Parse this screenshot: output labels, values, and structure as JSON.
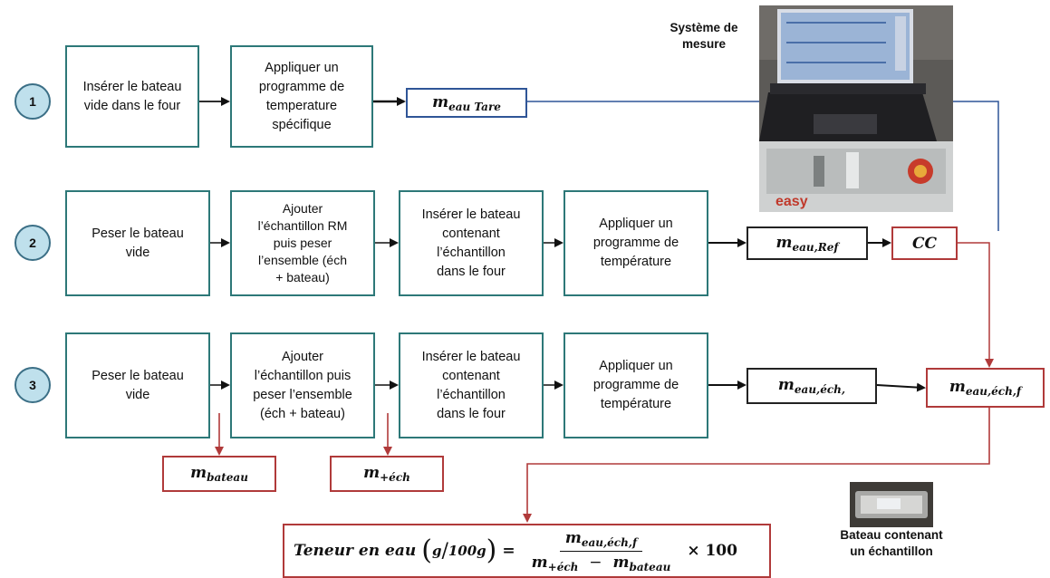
{
  "steps": [
    "1",
    "2",
    "3"
  ],
  "row1": {
    "boxes": [
      [
        "Insérer le bateau",
        "vide dans le four"
      ],
      [
        "Appliquer un",
        "programme de",
        "temperature",
        "spécifique"
      ]
    ]
  },
  "row2": {
    "boxes": [
      [
        "Peser le bateau",
        "vide"
      ],
      [
        "Ajouter",
        "l’échantillon RM",
        "puis peser",
        "l’ensemble (éch",
        "+ bateau)"
      ],
      [
        "Insérer le bateau",
        "contenant",
        "l’échantillon",
        "dans le four"
      ],
      [
        "Appliquer un",
        "programme de",
        "température"
      ]
    ]
  },
  "row3": {
    "boxes": [
      [
        "Peser le bateau",
        "vide"
      ],
      [
        "Ajouter",
        "l’échantillon puis",
        "peser l’ensemble",
        "(éch + bateau)"
      ],
      [
        "Insérer le bateau",
        "contenant",
        "l’échantillon",
        "dans le four"
      ],
      [
        "Appliquer un",
        "programme de",
        "température"
      ]
    ]
  },
  "outputs": {
    "m_eau_tare": {
      "main": "m",
      "sub": "eau Tare"
    },
    "m_eau_ref": {
      "main": "m",
      "sub": "eau,Ref"
    },
    "cc": "CC",
    "m_eau_ech": {
      "main": "m",
      "sub": "eau,éch,"
    },
    "m_eau_ech_f": {
      "main": "m",
      "sub": "eau,éch,f"
    },
    "m_bateau": {
      "main": "m",
      "sub": "bateau"
    },
    "m_plus_ech": {
      "main": "m",
      "sub": "+éch"
    }
  },
  "formula": {
    "lhs": "Teneur en eau",
    "unit_num": "g",
    "unit_den": "100g",
    "eq": "=",
    "num": {
      "main": "m",
      "sub": "eau,éch,f"
    },
    "den1": {
      "main": "m",
      "sub": "+éch"
    },
    "minus": "−",
    "den2": {
      "main": "m",
      "sub": "bateau"
    },
    "times": "× 100"
  },
  "captions": {
    "system": [
      "Système de",
      "mesure"
    ],
    "boat": [
      "Bateau contenant",
      "un échantillon"
    ],
    "device_brand": "easy"
  },
  "colors": {
    "teal_border": "#2d7878",
    "blue_line": "#2f5597",
    "red_line": "#b03a3a",
    "step_fill": "#bfe0ec"
  }
}
